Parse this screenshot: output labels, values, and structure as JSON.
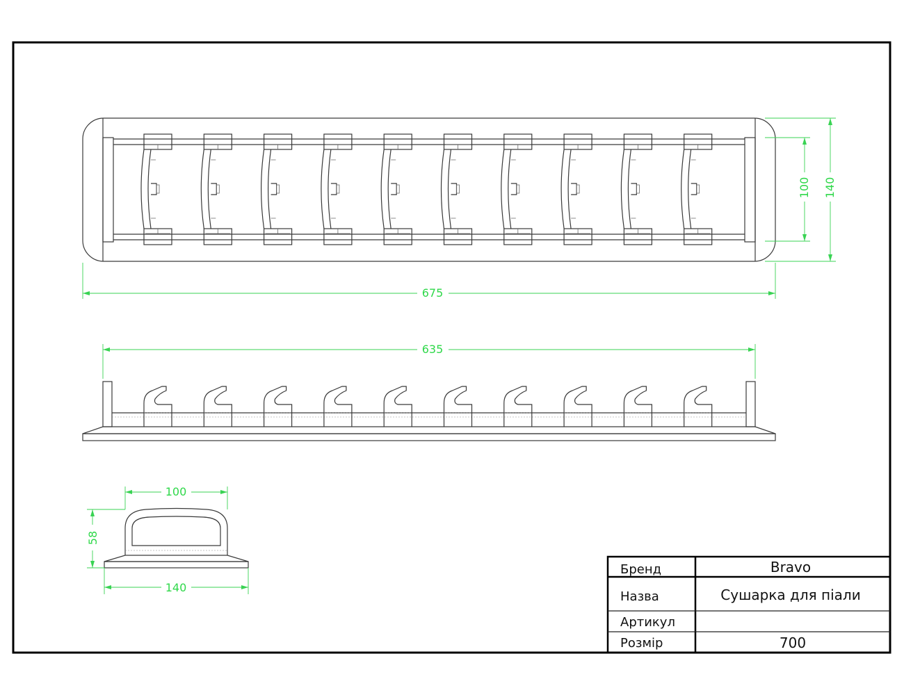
{
  "dimensions": {
    "top_length": "675",
    "top_depth_outer": "140",
    "top_depth_inner": "100",
    "front_length": "635",
    "side_width_top": "100",
    "side_width_bottom": "140",
    "side_height": "58"
  },
  "title_block": {
    "brand_label": "Бренд",
    "brand_value": "Bravo",
    "name_label": "Назва",
    "name_value": "Сушарка для піали",
    "article_label": "Артикул",
    "article_value": "",
    "size_label": "Розмір",
    "size_value": "700"
  },
  "colors": {
    "frame": "#000000",
    "lines": "#3a3a3a",
    "dimension": "#39d353"
  }
}
